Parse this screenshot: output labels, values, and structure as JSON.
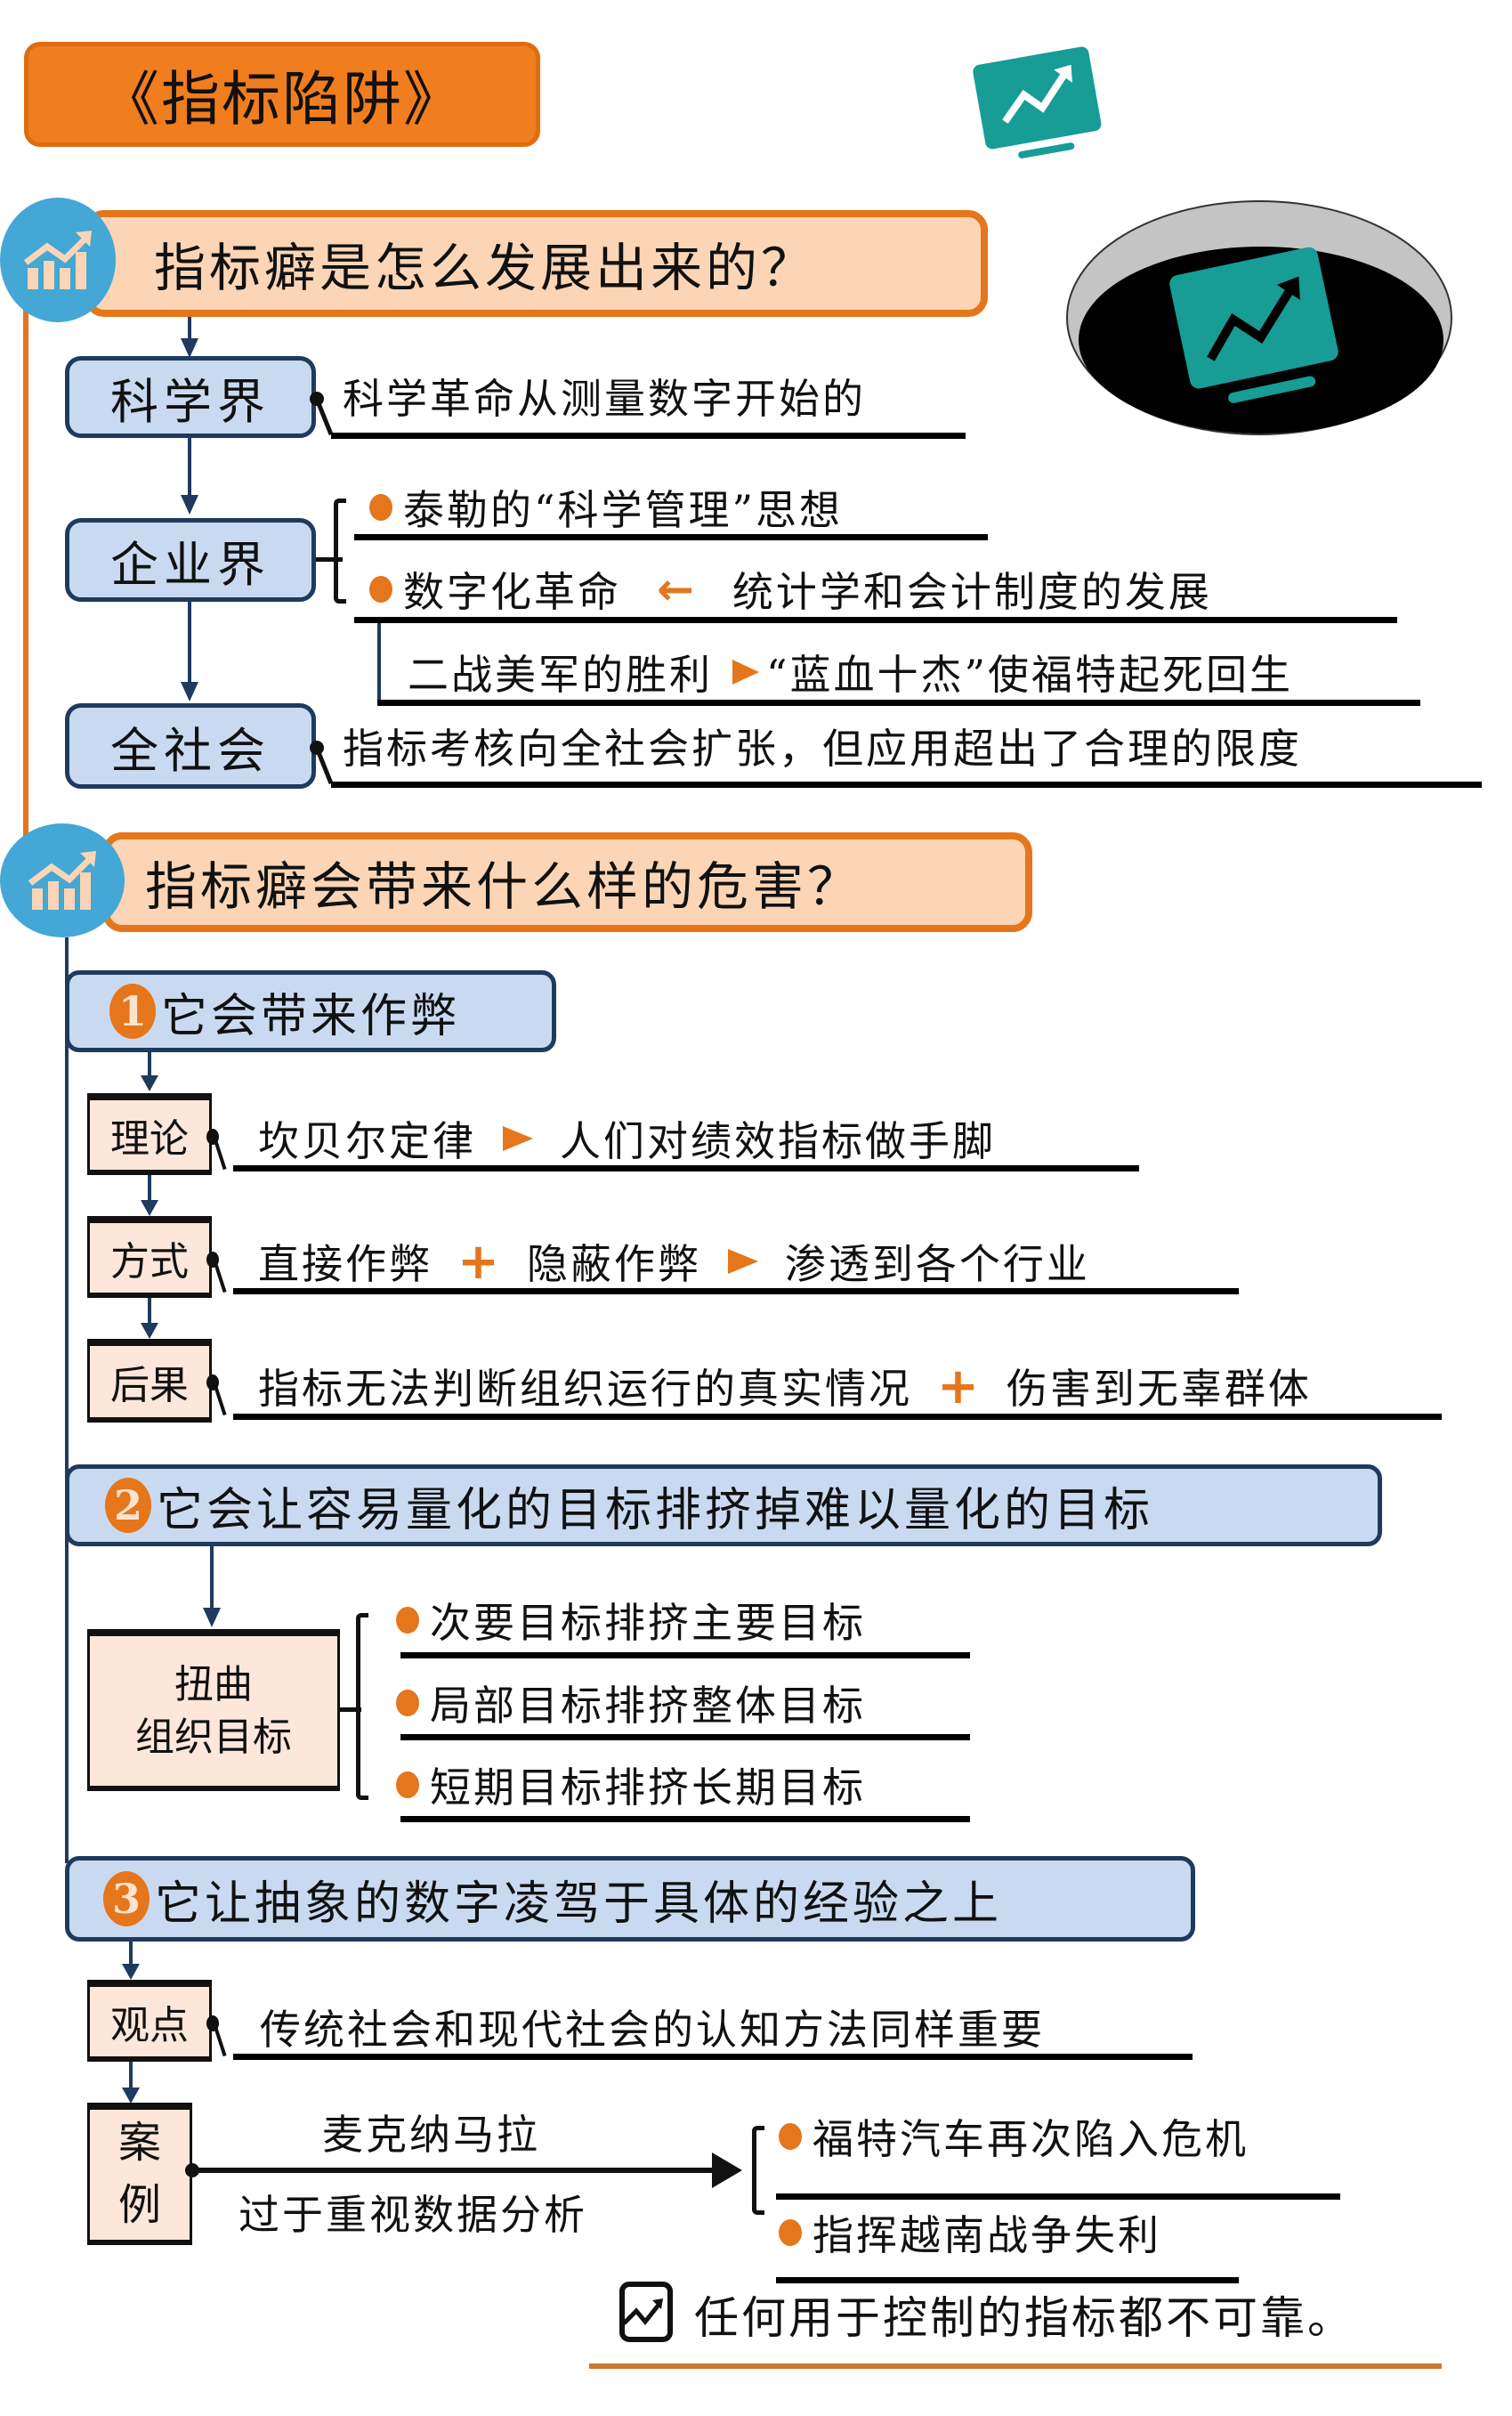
{
  "title": "《指标陷阱》",
  "icons": {
    "header_icon": "monitor-trend-icon",
    "pit_icon": "monitor-in-pit-icon",
    "section_icon": "bar-chart-trend-icon",
    "conclusion_icon": "trend-card-icon"
  },
  "colors": {
    "orange": "#F07D1E",
    "orange_border": "#E5761C",
    "peach": "#FBD5B5",
    "light_blue": "#C9DAF0",
    "navy": "#1F3A5F",
    "teal": "#179C96",
    "circle_blue": "#44A7D5",
    "tan": "#FCE7DA"
  },
  "section1": {
    "heading": "指标癖是怎么发展出来的？",
    "science": {
      "label": "科学界",
      "text": "科学革命从测量数字开始的"
    },
    "business": {
      "label": "企业界",
      "items": [
        {
          "text": "泰勒的“科学管理”思想"
        },
        {
          "text": "数字化革命",
          "arrow": "←",
          "cause": "统计学和会计制度的发展"
        }
      ],
      "sub": {
        "from": "二战美军的胜利",
        "to": "“蓝血十杰”使福特起死回生"
      }
    },
    "society": {
      "label": "全社会",
      "text": "指标考核向全社会扩张，但应用超出了合理的限度"
    }
  },
  "section2": {
    "heading": "指标癖会带来什么样的危害？",
    "harm1": {
      "number": "1",
      "title": "它会带来作弊",
      "theory": {
        "label": "理论",
        "a": "坎贝尔定律",
        "b": "人们对绩效指标做手脚"
      },
      "method": {
        "label": "方式",
        "a": "直接作弊",
        "plus": "+",
        "b": "隐蔽作弊",
        "c": "渗透到各个行业"
      },
      "result": {
        "label": "后果",
        "a": "指标无法判断组织运行的真实情况",
        "plus": "+",
        "b": "伤害到无辜群体"
      }
    },
    "harm2": {
      "number": "2",
      "title": "它会让容易量化的目标排挤掉难以量化的目标",
      "box_line1": "扭曲",
      "box_line2": "组织目标",
      "items": [
        "次要目标排挤主要目标",
        "局部目标排挤整体目标",
        "短期目标排挤长期目标"
      ]
    },
    "harm3": {
      "number": "3",
      "title": "它让抽象的数字凌驾于具体的经验之上",
      "view": {
        "label": "观点",
        "text": "传统社会和现代社会的认知方法同样重要"
      },
      "case": {
        "label_line1": "案",
        "label_line2": "例",
        "above": "麦克纳马拉",
        "below": "过于重视数据分析",
        "results": [
          "福特汽车再次陷入危机",
          "指挥越南战争失利"
        ]
      }
    }
  },
  "conclusion": "任何用于控制的指标都不可靠。"
}
